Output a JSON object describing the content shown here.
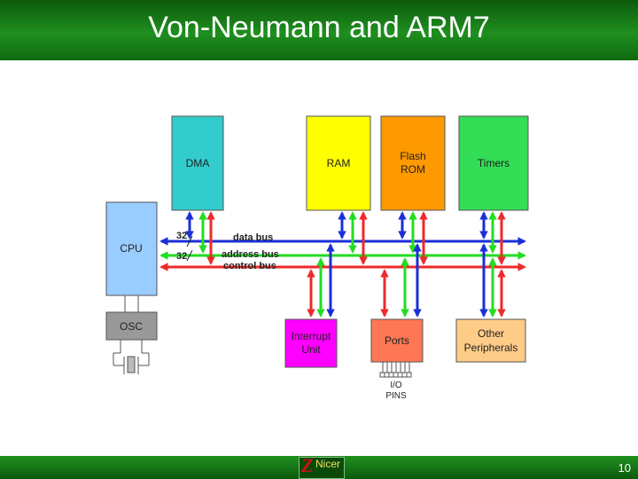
{
  "slide": {
    "title": "Von-Neumann and ARM7",
    "page_number": "10"
  },
  "logo": {
    "letter": "Z",
    "text": "Nicer"
  },
  "diagram": {
    "blocks": {
      "dma": "DMA",
      "ram": "RAM",
      "flash_line1": "Flash",
      "flash_line2": "ROM",
      "timers": "Timers",
      "cpu": "CPU",
      "osc": "OSC",
      "interrupt_line1": "Interrupt",
      "interrupt_line2": "Unit",
      "ports": "Ports",
      "other_line1": "Other",
      "other_line2": "Peripherals"
    },
    "buses": {
      "width_data": "32",
      "width_address": "32",
      "data": "data bus",
      "address": "address bus",
      "control": "control bus"
    },
    "io_line1": "I/O",
    "io_line2": "PINS",
    "colors": {
      "data_bus": "#1a2fd6",
      "address_bus": "#22dd22",
      "control_bus": "#ee2a2a",
      "dma": "#33cccc",
      "ram": "#ffff00",
      "flash": "#ff9900",
      "timers": "#33dd55",
      "cpu": "#99ccff",
      "osc": "#999999",
      "interrupt": "#ff00ff",
      "ports": "#ff7755",
      "peripherals": "#ffcc88"
    }
  }
}
